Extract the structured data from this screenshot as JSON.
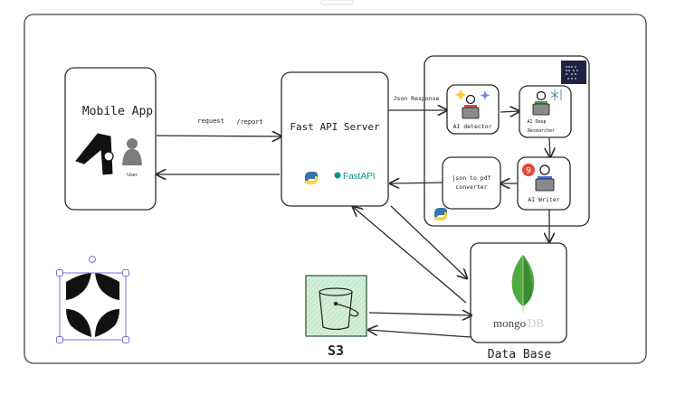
{
  "toolbar": {
    "faint_hint": ""
  },
  "diagram": {
    "frame_label": "",
    "nodes": {
      "mobile_app": {
        "title": "Mobile App",
        "user_label": "User"
      },
      "fastapi_server": {
        "title": "Fast API Server",
        "fastapi_logo": "FastAPI"
      },
      "ai_detector": {
        "title": "AI detector"
      },
      "ai_deep_researcher": {
        "title_line1": "AI Deep",
        "title_line2": "Researcher"
      },
      "ai_writer": {
        "title": "AI Writer"
      },
      "json_to_pdf": {
        "title_line1": "json to pdf",
        "title_line2": "converter"
      },
      "database": {
        "title": "Data Base",
        "logo_text_a": "mongo",
        "logo_text_b": "DB"
      },
      "s3": {
        "title": "S3"
      }
    },
    "edges": {
      "request": "request",
      "report": "/report",
      "json_response": "Json Response"
    }
  },
  "colors": {
    "stroke": "#2b2b2b",
    "selection": "#7b6fd6",
    "s3_fill": "#d3efd9",
    "mongo_leaf": "#4faa41",
    "mongo_leaf_dark": "#3d8b34",
    "fastapi_teal": "#059487",
    "python_blue": "#3776ab",
    "python_yellow": "#ffd43b",
    "dark_badge": "#1d2340"
  }
}
